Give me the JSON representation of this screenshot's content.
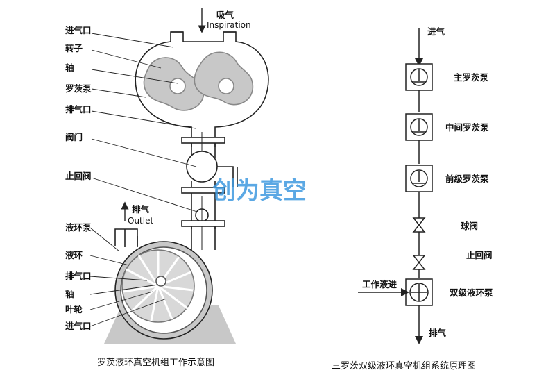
{
  "left": {
    "intake_label": "吸气",
    "intake_label_en": "Inspiration",
    "exhaust_label": "排气",
    "exhaust_label_en": "Outlet",
    "upper_callouts": [
      "进气口",
      "转子",
      "轴",
      "罗茨泵",
      "排气口",
      "阀门",
      "止回阀"
    ],
    "lower_callouts": [
      "液环泵",
      "液环",
      "排气口",
      "轴",
      "叶轮",
      "进气口"
    ],
    "caption": "罗茨液环真空机组工作示意图"
  },
  "right": {
    "inlet": "进气",
    "stages": [
      "主罗茨泵",
      "中间罗茨泵",
      "前级罗茨泵"
    ],
    "ball_valve": "球阀",
    "check_valve": "止回阀",
    "liquid_inlet": "工作液进",
    "liquid_pump": "双级液环泵",
    "outlet": "排气",
    "caption": "三罗茨双级液环真空机组系统原理图"
  },
  "watermark": "创为真空",
  "colors": {
    "gray": "#c8c8c8",
    "line": "#222222",
    "watermark": "#3f9ae0"
  }
}
